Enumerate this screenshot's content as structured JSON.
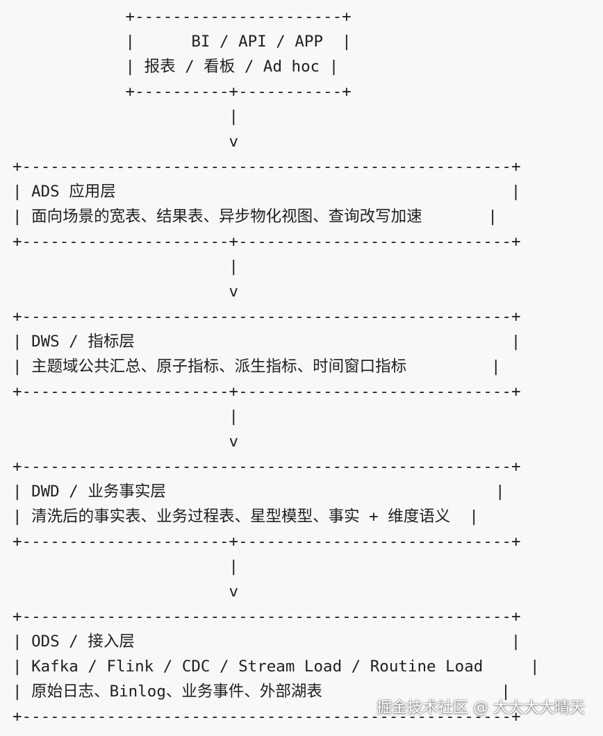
{
  "diagram": {
    "lines": [
      "            +----------------------+",
      "            |      BI / API / APP  |",
      "            | 报表 / 看板 / Ad hoc |",
      "            +----------+-----------+",
      "                       |",
      "                       v",
      "+----------------------------------------------------+",
      "| ADS 应用层                                          |",
      "| 面向场景的宽表、结果表、异步物化视图、查询改写加速       |",
      "+----------------------+-----------------------------+",
      "                       |",
      "                       v",
      "+----------------------------------------------------+",
      "| DWS / 指标层                                        |",
      "| 主题域公共汇总、原子指标、派生指标、时间窗口指标         |",
      "+----------------------+-----------------------------+",
      "                       |",
      "                       v",
      "+----------------------------------------------------+",
      "| DWD / 业务事实层                                   |",
      "| 清洗后的事实表、业务过程表、星型模型、事实 + 维度语义  |",
      "+----------------------+-----------------------------+",
      "                       |",
      "                       v",
      "+----------------------------------------------------+",
      "| ODS / 接入层                                        |",
      "| Kafka / Flink / CDC / Stream Load / Routine Load     |",
      "| 原始日志、Binlog、业务事件、外部湖表                   |",
      "+----------------------------------------------------+"
    ]
  },
  "watermark": "掘金技术社区 @ 大大大大晴天"
}
